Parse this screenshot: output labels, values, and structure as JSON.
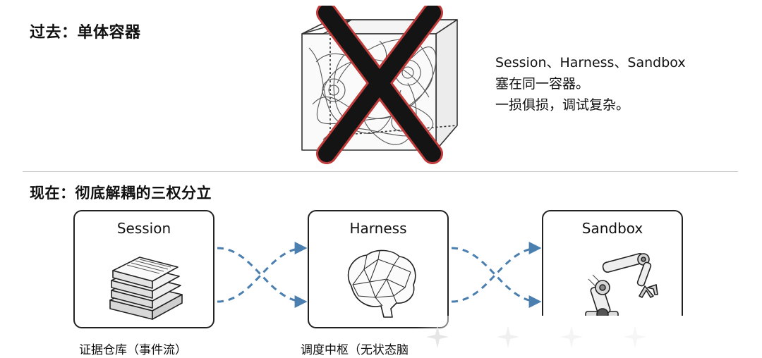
{
  "past": {
    "title": "过去：单体容器",
    "description": [
      "Session、Harness、Sandbox",
      "塞在同一容器。",
      "一损俱损，调试复杂。"
    ]
  },
  "present": {
    "title": "现在：彻底解耦的三权分立",
    "components": [
      {
        "name": "Session",
        "caption": "证据仓库（事件流）"
      },
      {
        "name": "Harness",
        "caption": "调度中枢（无状态脑"
      },
      {
        "name": "Sandbox",
        "caption": ""
      }
    ]
  },
  "colors": {
    "flow_arrow": "#4a7fb0",
    "cross_outer": "#c23b3b",
    "cross_inner": "#141414"
  },
  "icons": [
    "monolith-cube-icon",
    "cross-mark-icon",
    "document-stack-icon",
    "brain-icon",
    "robot-arm-icon"
  ]
}
